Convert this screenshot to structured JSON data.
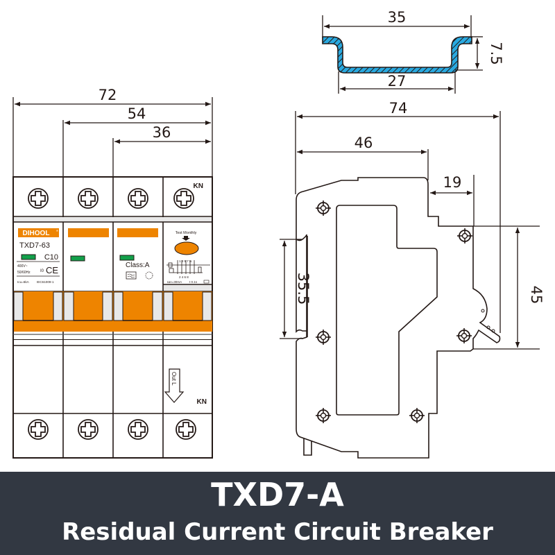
{
  "product": {
    "model_title": "TXD7-A",
    "subtitle": "Residual Current Circuit Breaker"
  },
  "colors": {
    "orange": "#EE8400",
    "green": "#12A04A",
    "rail_blue": "#29A9E0",
    "line": "#231815",
    "banner_bg": "#323842",
    "banner_text": "#FFFFFF",
    "panel_gray": "#E8E8E8"
  },
  "din_rail": {
    "top_width": "35",
    "bottom_width": "27",
    "height": "7.5"
  },
  "front_view": {
    "dim_total": "72",
    "dim_three_pole": "54",
    "dim_two_pole": "36",
    "kn_top": "KN",
    "kn_bottom": "KN",
    "brand": "DIHOOL",
    "brand_mark": "®",
    "model": "TXD7-63",
    "rating": "C10",
    "voltage": "400V~",
    "frequency": "50/60Hz",
    "ce_mark": "CE",
    "icu": "Icu=6kA",
    "standard": "IEC61009-1",
    "class_label": "Class:A",
    "test_label": "Test Monthly",
    "schematic_terminals_top": "1 3 5 7 N",
    "schematic_terminals_bottom": "2 4 6 8",
    "sensitivity": "IΔn=30mA",
    "trip_time": "t  0.1s",
    "out_label": "Out L",
    "poles": 4
  },
  "side_view": {
    "dim_depth": "74",
    "dim_front_offset": "46",
    "dim_handle_offset": "19",
    "dim_rail_clip": "35.5",
    "dim_front_height": "45"
  }
}
